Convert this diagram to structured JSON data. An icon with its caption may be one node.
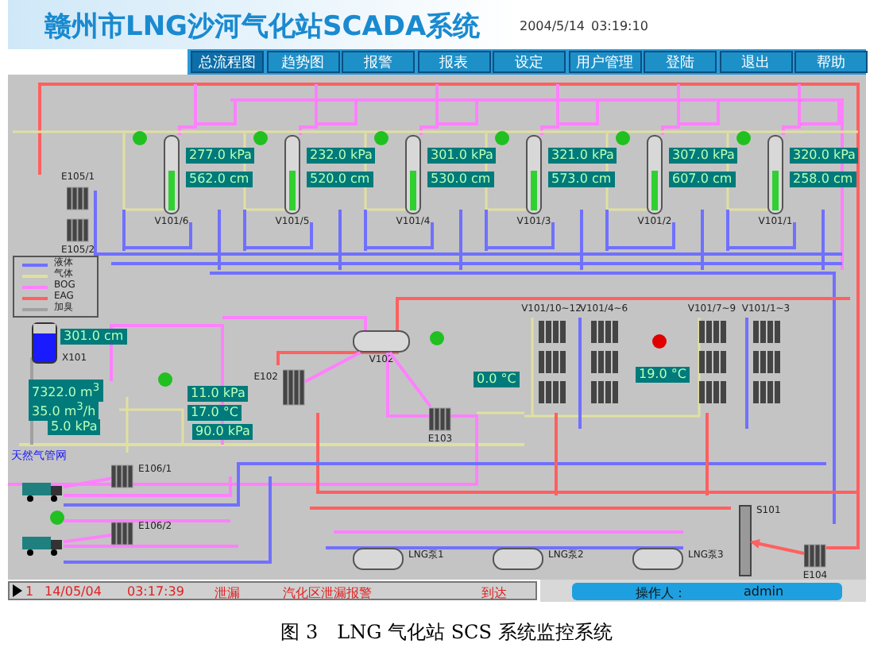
{
  "diagram": {
    "title": "赣州市LNG沙河气化站SCADA系统",
    "caption": "图 3　LNG 气化站 SCS 系统监控系统",
    "nodes": [
      {
        "text": [
          "V101/6"
        ],
        "beside": [
          "277.0 kPa",
          "562.0 cm"
        ]
      },
      {
        "text": [
          "V101/5"
        ],
        "beside": [
          "232.0 kPa",
          "520.0 cm"
        ]
      },
      {
        "text": [
          "V101/4"
        ],
        "beside": [
          "301.0 kPa",
          "530.0 cm"
        ]
      },
      {
        "text": [
          "V101/3"
        ],
        "beside": [
          "321.0 kPa",
          "573.0 cm"
        ]
      },
      {
        "text": [
          "V101/2"
        ],
        "beside": [
          "307.0 kPa",
          "607.0 cm"
        ]
      },
      {
        "text": [
          "V101/1"
        ],
        "beside": [
          "320.0 kPa",
          "258.0 cm"
        ]
      },
      {
        "text": [
          "E105/1"
        ]
      },
      {
        "text": [
          "E105/2"
        ]
      },
      {
        "text": [
          "X101"
        ],
        "beside": [
          "301.0 cm",
          "7322.0 m$^{3}$",
          "35.0 m$^{3}$/h",
          "5.0 kPa"
        ]
      },
      {
        "text": [
          "E102"
        ]
      },
      {
        "text": [
          "V102"
        ]
      },
      {
        "text": [
          "E103"
        ]
      },
      {
        "text": [
          "V101/10~12"
        ]
      },
      {
        "text": [
          "V101/4~6"
        ]
      },
      {
        "text": [
          "V101/7~9"
        ]
      },
      {
        "text": [
          "V101/1~3"
        ]
      },
      {
        "text": [],
        "shape": "picture"
      },
      {
        "text": [
          "E106/1"
        ]
      },
      {
        "text": [],
        "shape": "picture"
      },
      {
        "text": [
          "E106/2"
        ]
      },
      {
        "text": [
          "LNG泵1"
        ]
      },
      {
        "text": [
          "LNG泵2"
        ]
      },
      {
        "text": [
          "LNG泵3"
        ]
      },
      {
        "text": [
          "S101"
        ]
      },
      {
        "text": [
          "E104"
        ]
      }
    ],
    "edges": [
      {
        "from": 16,
        "to": 17,
        "arrow": "none"
      },
      {
        "from": 18,
        "to": 19,
        "arrow": "none"
      },
      {
        "from": 9,
        "to": 10,
        "arrow": "none"
      },
      {
        "from": 10,
        "to": 11,
        "arrow": "none"
      },
      {
        "from": 24,
        "to": 23,
        "arrow": "to",
        "color": "#ff6060"
      }
    ],
    "labels": [
      "2004/5/14",
      "03:19:10",
      "总流程图",
      "趋势图",
      "报警",
      "报表",
      "设定",
      "用户管理",
      "登陆",
      "退出",
      "帮助",
      "11.0 kPa",
      "17.0 °C",
      "90.0 kPa",
      "0.0 °C",
      "19.0 °C",
      "天然气管网",
      "1",
      "14/05/04",
      "03:17:39",
      "泄漏",
      "汽化区泄漏报警",
      "到达",
      "操作人：",
      "admin"
    ],
    "legend": [
      {
        "text": "液体",
        "color": "#7070ff"
      },
      {
        "text": "气体",
        "color": "#e0e0a0"
      },
      {
        "text": "BOG",
        "color": "#ff80ff"
      },
      {
        "text": "EAG",
        "color": "#ff6060"
      },
      {
        "text": "加臭",
        "color": "#a0a0a0"
      }
    ]
  }
}
